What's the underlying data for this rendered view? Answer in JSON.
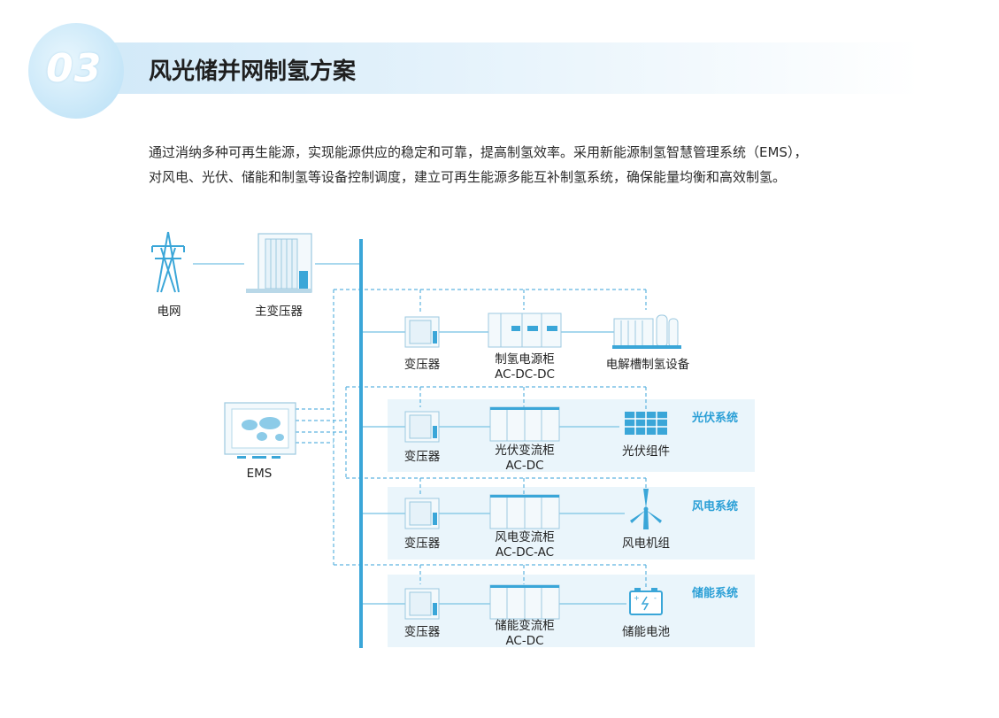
{
  "header": {
    "number": "03",
    "title": "风光储并网制氢方案"
  },
  "intro": [
    "通过消纳多种可再生能源，实现能源供应的稳定和可靠，提高制氢效率。采用新能源制氢智慧管理系统（EMS），",
    "对风电、光伏、储能和制氢等设备控制调度，建立可再生能源多能互补制氢系统，确保能量均衡和高效制氢。"
  ],
  "nodes": {
    "grid": "电网",
    "main_transformer": "主变压器",
    "ems": "EMS",
    "h2_transformer": "变压器",
    "h2_power_cabinet": [
      "制氢电源柜",
      "AC-DC-DC"
    ],
    "electrolyzer": "电解槽制氢设备"
  },
  "systems": [
    {
      "name": "光伏系统",
      "transformer": "变压器",
      "converter": [
        "光伏变流柜",
        "AC-DC"
      ],
      "source": "光伏组件"
    },
    {
      "name": "风电系统",
      "transformer": "变压器",
      "converter": [
        "风电变流柜",
        "AC-DC-AC"
      ],
      "source": "风电机组"
    },
    {
      "name": "储能系统",
      "transformer": "变压器",
      "converter": [
        "储能变流柜",
        "AC-DC"
      ],
      "source": "储能电池"
    }
  ],
  "colors": {
    "accent": "#2a9fd6",
    "line": "#8ccbe8",
    "panel": "#eaf5fb",
    "busbar": "#3aa6d8"
  }
}
